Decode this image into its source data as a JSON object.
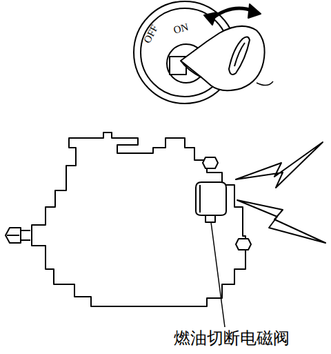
{
  "diagram": {
    "labels": [
      "OFF",
      "ON",
      "燃油切断电磁阀"
    ]
  }
}
